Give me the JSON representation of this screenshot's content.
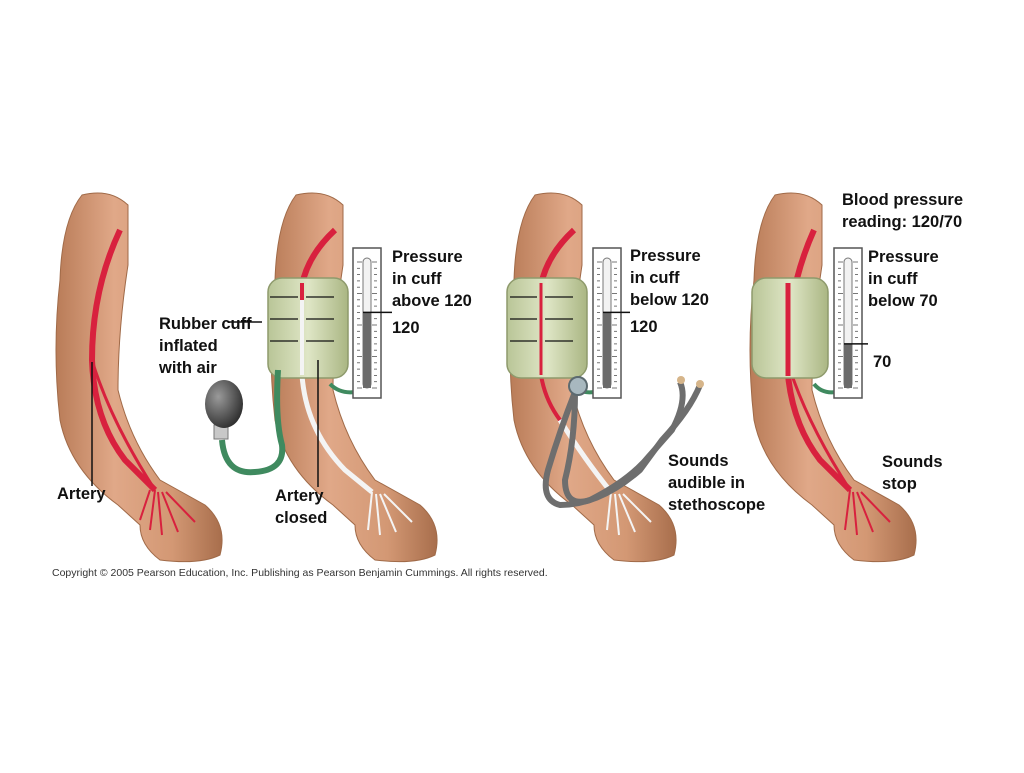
{
  "labels": {
    "artery": "Artery",
    "rubber_cuff": "Rubber cuff\ninflated\nwith air",
    "artery_closed": "Artery\nclosed",
    "pressure_above_120": "Pressure\nin cuff\nabove 120",
    "pressure_below_120": "Pressure\nin cuff\nbelow 120",
    "pressure_below_70": "Pressure\nin cuff\nbelow 70",
    "reading_120_a": "120",
    "reading_120_b": "120",
    "reading_70": "70",
    "blood_pressure_reading": "Blood pressure\nreading: 120/70",
    "sounds_audible": "Sounds\naudible in\nstethoscope",
    "sounds_stop": "Sounds\nstop"
  },
  "gauges": [
    {
      "level": 120
    },
    {
      "level": 120
    },
    {
      "level": 70
    }
  ],
  "copyright": "Copyright ©  2005 Pearson Education, Inc. Publishing as Pearson Benjamin Cummings. All rights reserved.",
  "colors": {
    "skin": "#d9a07a",
    "skin_dark": "#b67a55",
    "artery": "#d8213e",
    "cuff": "#c9d3a9",
    "tube": "#3f8a5f",
    "mercury": "#6b6b6b",
    "bulb": "#555555"
  }
}
